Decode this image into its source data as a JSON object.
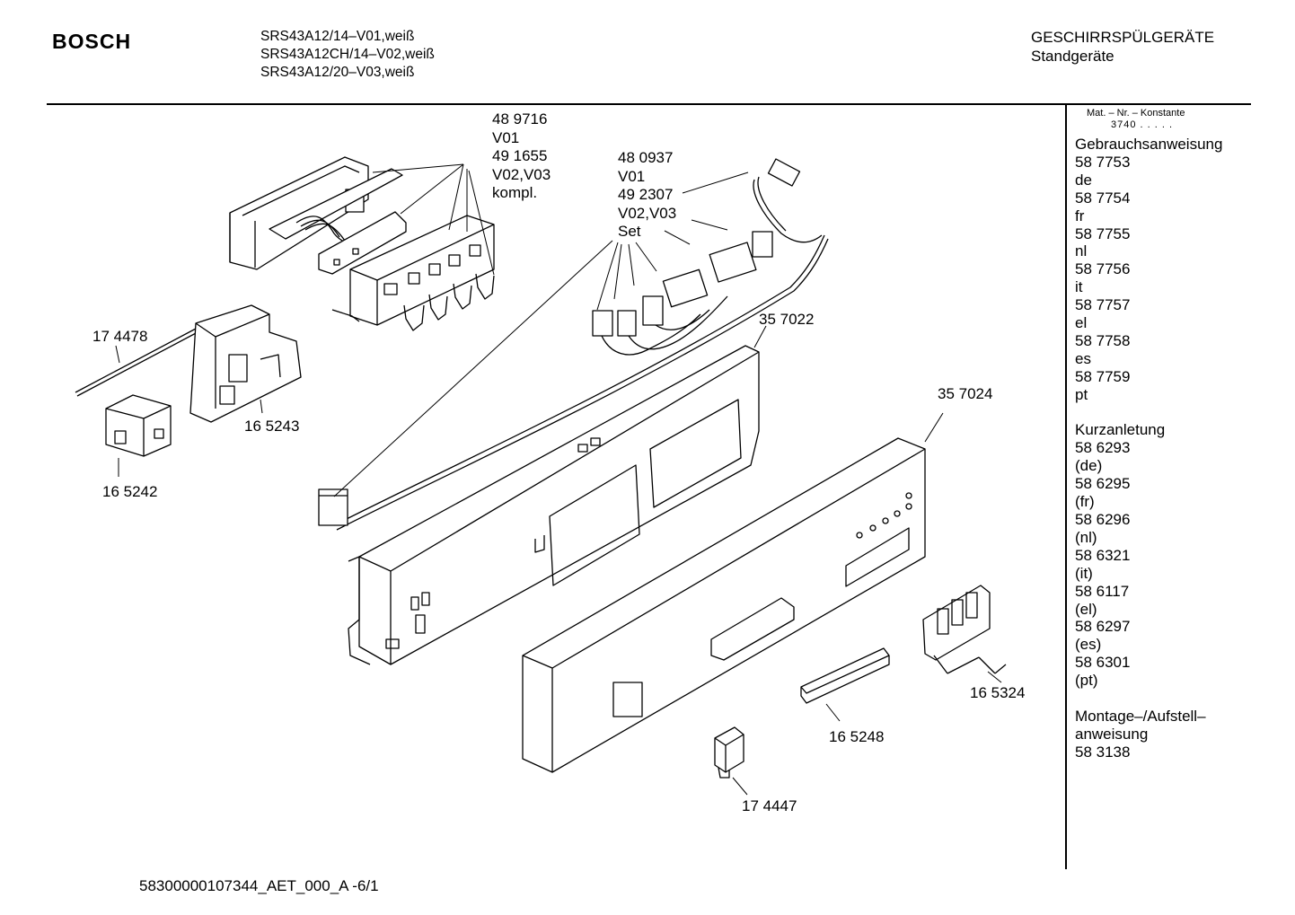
{
  "header": {
    "brand": "BOSCH",
    "models": [
      "SRS43A12/14–V01,weiß",
      "SRS43A12CH/14–V02,weiß",
      "SRS43A12/20–V03,weiß"
    ],
    "category": "GESCHIRRSPÜLGERÄTE",
    "subcategory": "Standgeräte"
  },
  "sidebar": {
    "mat_title": "Mat. – Nr. – Konstante",
    "mat_const": "3740 . . . . .",
    "sections": [
      {
        "title": "Gebrauchsanweisung",
        "lines": [
          "58 7753",
          "de",
          "58 7754",
          "fr",
          "58 7755",
          "nl",
          "58 7756",
          "it",
          "58 7757",
          "el",
          "58 7758",
          "es",
          "58 7759",
          "pt"
        ]
      },
      {
        "title": "Kurzanletung",
        "lines": [
          "58 6293",
          "(de)",
          "58 6295",
          "(fr)",
          "58 6296",
          "(nl)",
          "58 6321",
          "(it)",
          "58 6117",
          "(el)",
          "58 6297",
          "(es)",
          "58 6301",
          "(pt)"
        ]
      },
      {
        "title": "Montage–/Aufstell–",
        "lines": [
          "anweisung",
          "58 3138"
        ]
      }
    ]
  },
  "callouts": {
    "p489716": [
      "48 9716",
      "V01",
      "49 1655",
      "V02,V03",
      "kompl."
    ],
    "p480937": [
      "48 0937",
      "V01",
      "49 2307",
      "V02,V03",
      "Set"
    ],
    "p174478": "17 4478",
    "p165243": "16 5243",
    "p165242": "16 5242",
    "p357022": "35 7022",
    "p357024": "35 7024",
    "p165324": "16 5324",
    "p165248": "16 5248",
    "p174447": "17 4447"
  },
  "footer": {
    "code": "58300000107344_AET_000_A  -6/1"
  }
}
